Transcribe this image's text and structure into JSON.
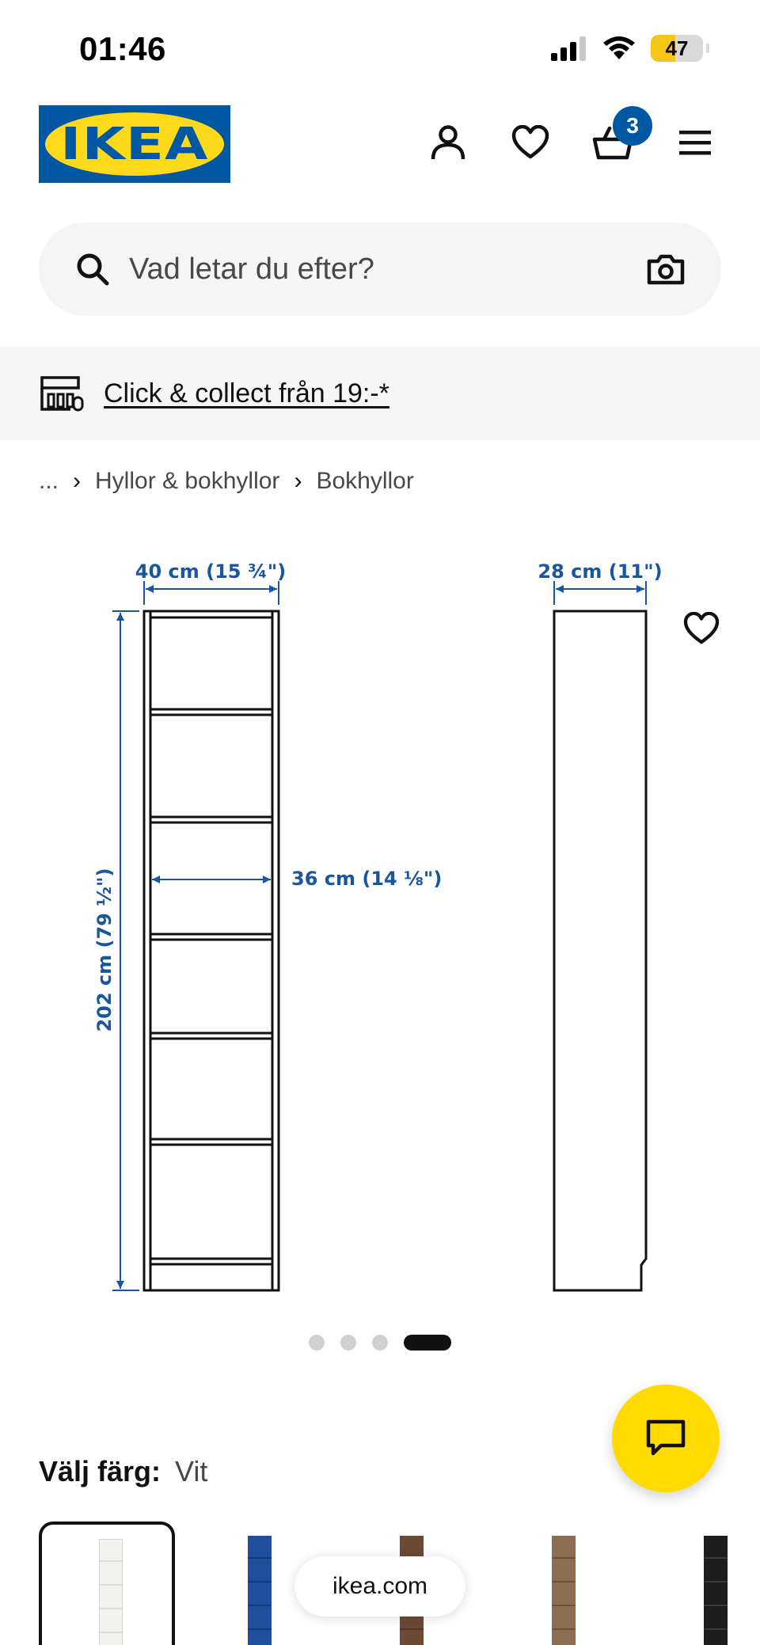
{
  "status_bar": {
    "time": "01:46",
    "battery": "47"
  },
  "header": {
    "logo_text": "IKEA",
    "cart_count": "3"
  },
  "search": {
    "placeholder": "Vad letar du efter?"
  },
  "promo": {
    "text": "Click & collect från 19:-*"
  },
  "breadcrumb": {
    "ellipsis": "...",
    "items": [
      "Hyllor & bokhyllor",
      "Bokhyllor"
    ]
  },
  "dimensions": {
    "width": "40 cm (15 ¾\")",
    "depth": "28 cm (11\")",
    "inner_width": "36 cm (14 ⅛\")",
    "height": "202 cm (79 ½\")"
  },
  "gallery": {
    "total_images": 4,
    "active_index": 3
  },
  "color_select": {
    "label": "Välj färg:",
    "value": "Vit"
  },
  "swatches": [
    {
      "name": "white",
      "color": "#f2f2ef",
      "selected": true
    },
    {
      "name": "blue",
      "color": "#1f4e9c",
      "selected": false
    },
    {
      "name": "brown",
      "color": "#6b4a34",
      "selected": false
    },
    {
      "name": "oak",
      "color": "#8a6d52",
      "selected": false
    },
    {
      "name": "black",
      "color": "#1d1d1d",
      "selected": false
    }
  ],
  "browser": {
    "url": "ikea.com"
  },
  "colors": {
    "ikea_blue": "#0058a3",
    "ikea_yellow": "#ffda1a",
    "dimension_blue": "#1a56a0"
  }
}
